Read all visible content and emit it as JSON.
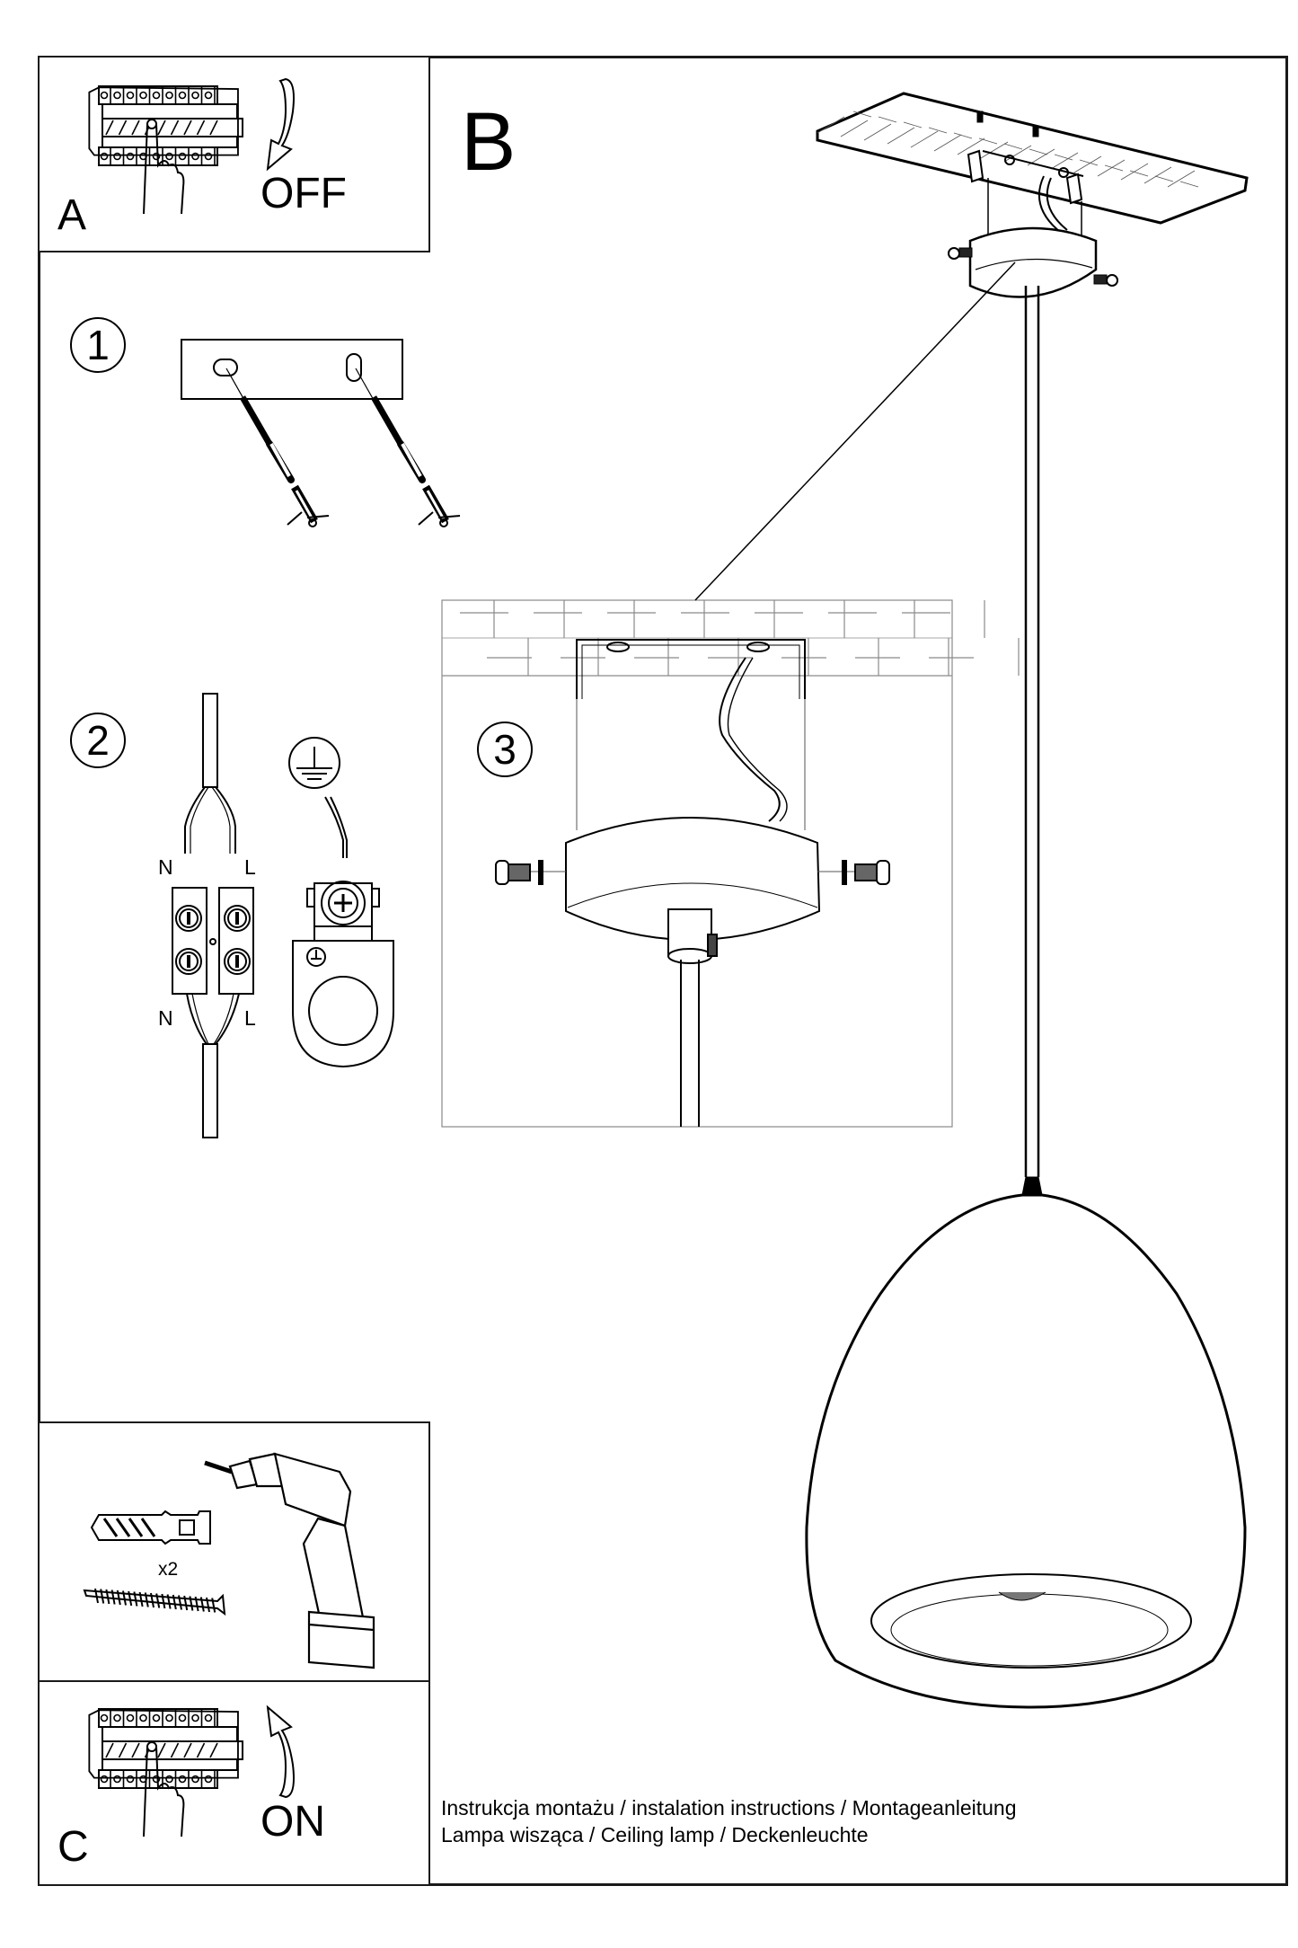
{
  "panel_a": {
    "letter": "A",
    "switch_state": "OFF",
    "icons": [
      "breaker-panel-icon",
      "hand-icon",
      "arrow-down-icon"
    ]
  },
  "main": {
    "letter": "B"
  },
  "steps": [
    {
      "number": "1"
    },
    {
      "number": "2",
      "labels": {
        "neutral_top": "N",
        "live_top": "L",
        "neutral_bottom": "N",
        "live_bottom": "L"
      }
    },
    {
      "number": "3"
    }
  ],
  "tools_panel": {
    "quantity": "x2",
    "icons": [
      "wall-plug-icon",
      "screw-icon",
      "drill-icon"
    ]
  },
  "panel_c": {
    "letter": "C",
    "switch_state": "ON"
  },
  "footer": {
    "line1": "Instrukcja montażu / instalation instructions / Montageanleitung",
    "line2": "Lampa wisząca / Ceiling lamp  / Deckenleuchte"
  },
  "colors": {
    "line": "#1a1a1a",
    "background": "#ffffff",
    "light_line": "#8a8a8a"
  }
}
